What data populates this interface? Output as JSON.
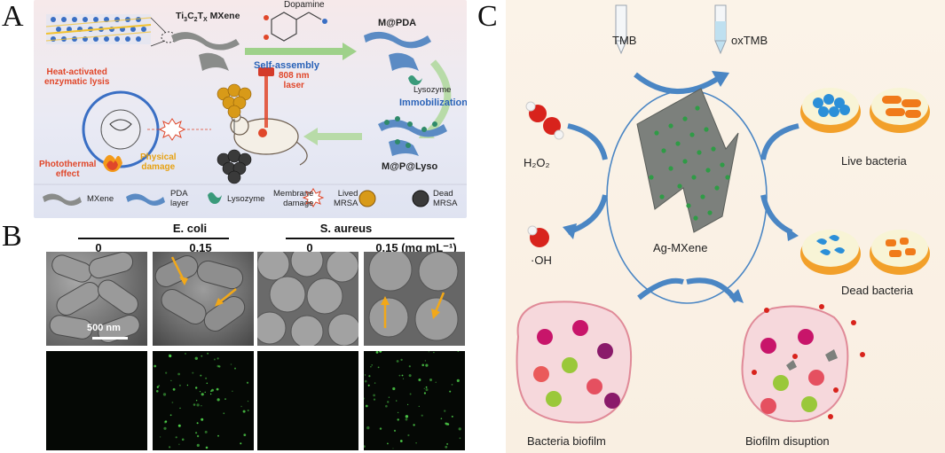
{
  "panels": {
    "a": {
      "letter": "A",
      "mxene_label": "Ti3C2TX MXene",
      "dopamine_label": "Dopamine",
      "mpda_label": "M@PDA",
      "self_assembly": "Self-assembly",
      "lysozyme_label": "Lysozyme",
      "immobilization": "Immobilization",
      "mpl_label": "M@P@Lyso",
      "heat_label_1": "Heat-activated",
      "heat_label_2": "enzymatic lysis",
      "laser_label_1": "808 nm",
      "laser_label_2": "laser",
      "photothermal_1": "Photothermal",
      "photothermal_2": "effect",
      "physical_1": "Physical",
      "physical_2": "damage",
      "legend": {
        "mxene": "MXene",
        "pda_1": "PDA",
        "pda_2": "layer",
        "lysozyme": "Lysozyme",
        "membrane_1": "Membrane",
        "membrane_2": "damage",
        "lived_1": "Lived",
        "lived_2": "MRSA",
        "dead_1": "Dead",
        "dead_2": "MRSA"
      }
    },
    "b": {
      "letter": "B",
      "ecoli": "E. coli",
      "saureus": "S. aureus",
      "col1": "0",
      "col2": "0.15",
      "col3": "0",
      "col4": "0.15 (mg mL⁻¹)",
      "scale_bar": "500 nm"
    },
    "c": {
      "letter": "C",
      "tmb": "TMB",
      "oxtmb": "oxTMB",
      "h2o2": "H₂O₂",
      "oh": "·OH",
      "center": "Ag-MXene",
      "live": "Live bacteria",
      "dead": "Dead bacteria",
      "biofilm": "Bacteria biofilm",
      "disruption": "Biofilm disuption"
    }
  },
  "colors": {
    "arrow_blue": "#4a86c4",
    "accent_red": "#e0472a",
    "green_arrow": "#9fd18a",
    "mxene_grey": "#7c807c",
    "ag_green": "#2f9b46"
  }
}
